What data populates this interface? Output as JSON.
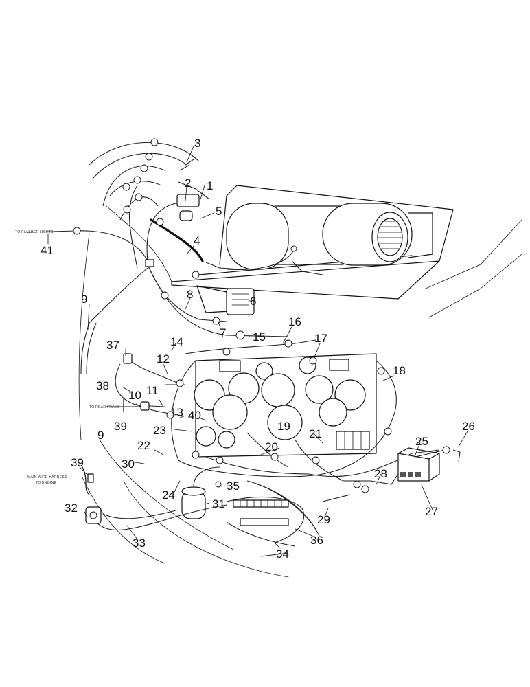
{
  "diagram": {
    "callouts": [
      "1",
      "2",
      "3",
      "4",
      "5",
      "6",
      "7",
      "8",
      "9",
      "9",
      "10",
      "11",
      "12",
      "13",
      "14",
      "15",
      "16",
      "17",
      "18",
      "19",
      "20",
      "21",
      "22",
      "23",
      "24",
      "25",
      "26",
      "27",
      "28",
      "29",
      "30",
      "31",
      "32",
      "33",
      "34",
      "35",
      "36",
      "37",
      "38",
      "39",
      "39",
      "40",
      "41"
    ],
    "notes": {
      "flasher": "TO FLASHER LIGHTS",
      "radio": "TO RADIO",
      "rear_frame": "TO REAR FRAME",
      "main_harness_line1": "MAIN WIRE HARNESS",
      "main_harness_line2": "TO ENGINE"
    }
  }
}
